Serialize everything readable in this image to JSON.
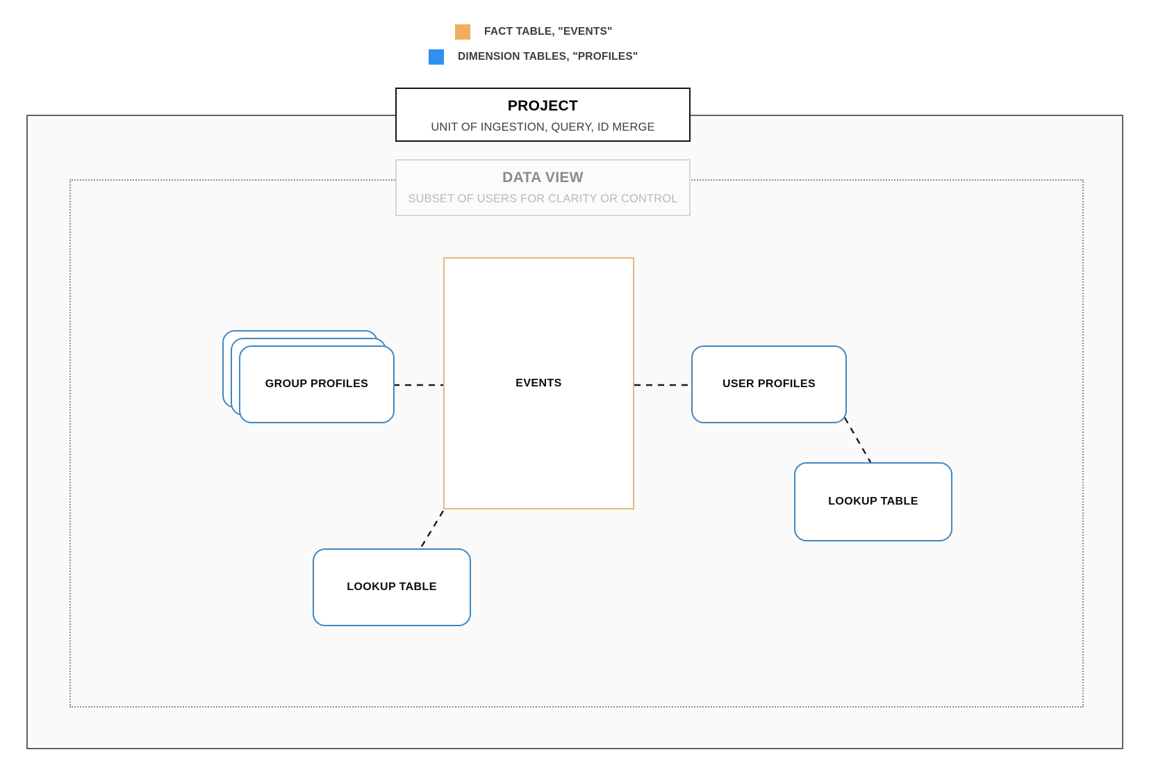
{
  "legend": {
    "items": [
      {
        "label": "FACT TABLE, \"EVENTS\"",
        "color": "#f0ad5e",
        "icon": "orange-square-swatch"
      },
      {
        "label": "DIMENSION TABLES, \"PROFILES\"",
        "color": "#2f90ef",
        "icon": "blue-square-swatch"
      }
    ]
  },
  "project": {
    "title": "PROJECT",
    "subtitle": "UNIT OF INGESTION, QUERY, ID MERGE",
    "border_color": "#151515"
  },
  "data_view": {
    "title": "DATA VIEW",
    "subtitle": "SUBSET OF USERS FOR CLARITY OR CONTROL",
    "border_color": "#d6d6d6",
    "text_color": "#8b8b8b"
  },
  "nodes": {
    "events": {
      "label": "EVENTS",
      "kind": "fact-table",
      "color": "#e8b878"
    },
    "group_profiles": {
      "label": "GROUP PROFILES",
      "kind": "dimension-table-stack",
      "color": "#3d87c4",
      "card_count": 3
    },
    "user_profiles": {
      "label": "USER PROFILES",
      "kind": "dimension-table",
      "color": "#3d87c4"
    },
    "lookup_left": {
      "label": "LOOKUP TABLE",
      "kind": "dimension-table",
      "color": "#3d87c4"
    },
    "lookup_right": {
      "label": "LOOKUP TABLE",
      "kind": "dimension-table",
      "color": "#3d87c4"
    }
  },
  "connectors": [
    {
      "name": "group-profiles-to-events",
      "style": "dashed",
      "color": "#1c1c1c"
    },
    {
      "name": "events-to-user-profiles",
      "style": "dashed",
      "color": "#1c1c1c"
    },
    {
      "name": "user-profiles-to-lookup-right",
      "style": "dashed",
      "color": "#1c1c1c"
    },
    {
      "name": "events-to-lookup-left",
      "style": "dashed",
      "color": "#1c1c1c"
    }
  ]
}
